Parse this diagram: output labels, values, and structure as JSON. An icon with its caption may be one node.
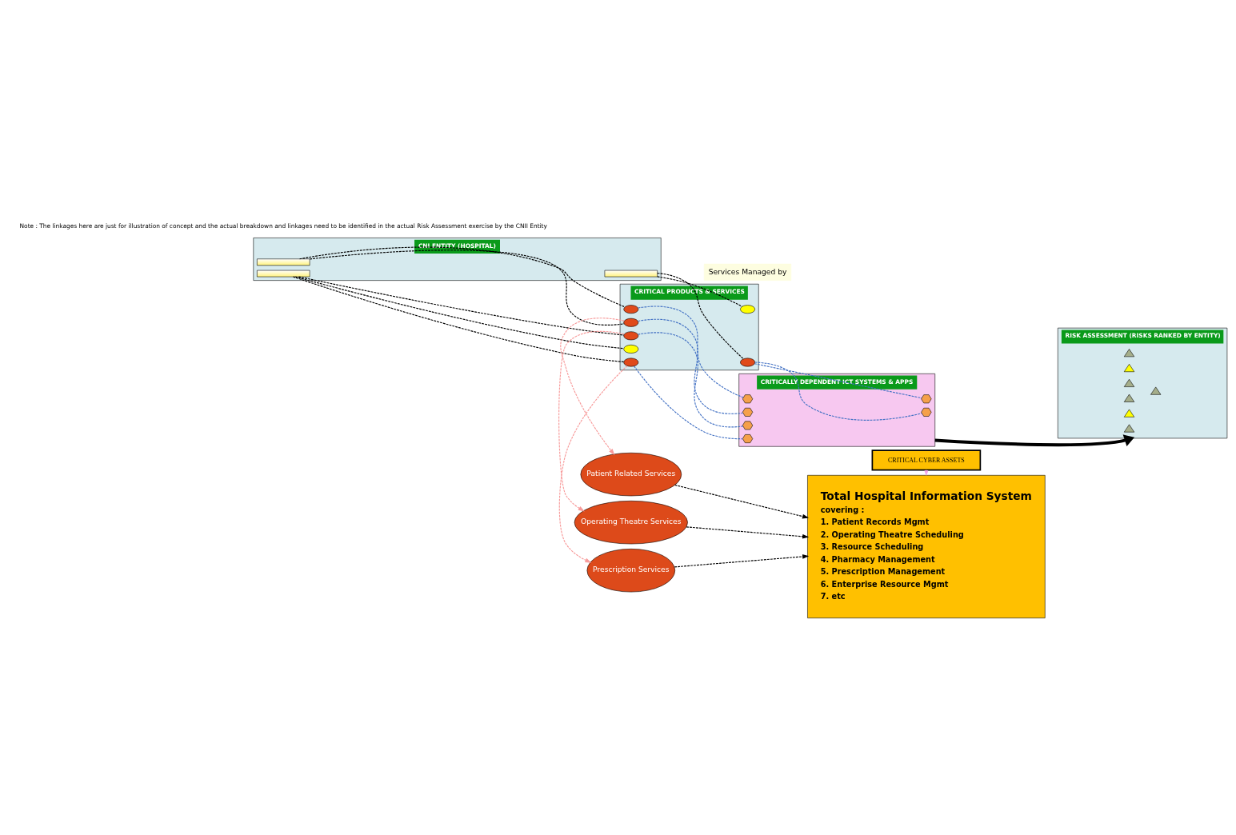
{
  "diagram": {
    "nodes": [
      {
        "text": [
          "CNI ENTITY (HOSPITAL)"
        ]
      },
      {
        "text": [],
        "shape": "bar",
        "in": 0
      },
      {
        "text": [],
        "shape": "bar",
        "in": 0
      },
      {
        "text": [],
        "shape": "bar",
        "in": 0
      },
      {
        "text": [
          "CRITICAL PRODUCTS & SERVICES"
        ]
      },
      {
        "text": [],
        "shape": "ellipse",
        "in": 4
      },
      {
        "text": [],
        "shape": "ellipse",
        "in": 4
      },
      {
        "text": [],
        "shape": "ellipse",
        "in": 4
      },
      {
        "text": [],
        "shape": "ellipse",
        "in": 4
      },
      {
        "text": [],
        "shape": "ellipse",
        "in": 4
      },
      {
        "text": [],
        "shape": "ellipse",
        "in": 4
      },
      {
        "text": [],
        "shape": "ellipse",
        "in": 4
      },
      {
        "text": [
          "CRITICALLY DEPENDENT ICT SYSTEMS & APPS"
        ]
      },
      {
        "text": [],
        "shape": "hexagon",
        "in": 12
      },
      {
        "text": [],
        "shape": "hexagon",
        "in": 12
      },
      {
        "text": [],
        "shape": "hexagon",
        "in": 12
      },
      {
        "text": [],
        "shape": "hexagon",
        "in": 12
      },
      {
        "text": [],
        "shape": "hexagon",
        "in": 12
      },
      {
        "text": [],
        "shape": "hexagon",
        "in": 12
      },
      {
        "text": [
          "RISK ASSESSMENT (RISKS RANKED BY ENTITY)"
        ]
      },
      {
        "text": [],
        "shape": "triangle",
        "in": 19
      },
      {
        "text": [],
        "shape": "triangle",
        "in": 19
      },
      {
        "text": [],
        "shape": "triangle",
        "in": 19
      },
      {
        "text": [],
        "shape": "triangle",
        "in": 19
      },
      {
        "text": [],
        "shape": "triangle",
        "in": 19
      },
      {
        "text": [],
        "shape": "triangle",
        "in": 19
      },
      {
        "text": [],
        "shape": "triangle",
        "in": 19
      },
      {
        "text": [
          "CRITICAL CYBER ASSETS"
        ]
      },
      {
        "text": [
          "Total Hospital Information System",
          "covering :",
          "1. Patient Records Mgmt",
          "2. Operating Theatre Scheduling",
          "3. Resource Scheduling",
          "4. Pharmacy Management",
          "5. Prescription Management",
          "6. Enterprise Resource Mgmt",
          "7. etc"
        ]
      },
      {
        "text": [
          "Patient Related Services"
        ]
      },
      {
        "text": [
          "Operating Theatre Services"
        ]
      },
      {
        "text": [
          "Prescription Services"
        ]
      },
      {
        "text": [
          "Services Managed by"
        ]
      }
    ],
    "edges": [
      {
        "from": 1,
        "to": 5,
        "arrow": "none",
        "style": "dashed"
      },
      {
        "from": 1,
        "to": 6,
        "arrow": "none",
        "style": "dashed"
      },
      {
        "from": 2,
        "to": 7,
        "arrow": "none",
        "style": "dashed"
      },
      {
        "from": 2,
        "to": 8,
        "arrow": "none",
        "style": "dashed"
      },
      {
        "from": 3,
        "to": 10,
        "arrow": "none",
        "style": "dashed"
      },
      {
        "from": 3,
        "to": 9,
        "arrow": "none",
        "style": "dashed"
      },
      {
        "from": 3,
        "to": 11,
        "arrow": "none",
        "style": "dashed"
      },
      {
        "from": 5,
        "to": 13,
        "arrow": "none",
        "style": "dashed",
        "color": "#4472c4"
      },
      {
        "from": 6,
        "to": 14,
        "arrow": "none",
        "style": "dashed",
        "color": "#4472c4"
      },
      {
        "from": 8,
        "to": 15,
        "arrow": "none",
        "style": "dashed",
        "color": "#4472c4"
      },
      {
        "from": 8,
        "to": 17,
        "arrow": "none",
        "style": "dashed",
        "color": "#4472c4"
      },
      {
        "from": 9,
        "to": 16,
        "arrow": "none",
        "style": "dashed",
        "color": "#4472c4"
      },
      {
        "from": 11,
        "to": 18,
        "arrow": "none",
        "style": "dashed",
        "color": "#4472c4"
      },
      {
        "from": 12,
        "to": 19,
        "arrow": "to",
        "style": "thick"
      },
      {
        "from": 6,
        "to": 29,
        "arrow": "to",
        "style": "dashed",
        "color": "#f79a9a"
      },
      {
        "from": 9,
        "to": 30,
        "arrow": "to",
        "style": "dashed",
        "color": "#f79a9a"
      },
      {
        "from": 11,
        "to": 31,
        "arrow": "to",
        "style": "dashed",
        "color": "#f79a9a"
      },
      {
        "from": 27,
        "to": 28,
        "arrow": "to",
        "color": "#f4a6e8"
      },
      {
        "from": 29,
        "to": 28,
        "arrow": "to",
        "style": "dashed"
      },
      {
        "from": 30,
        "to": 28,
        "arrow": "to",
        "style": "dashed"
      },
      {
        "from": 31,
        "to": 28,
        "arrow": "to",
        "style": "dashed"
      }
    ],
    "labels": [
      "Note : The linkages here are just for illustration of concept and the actual breakdown and linkages need to be identified in the actual Risk Assessment exercise by the CNII Entity"
    ]
  }
}
